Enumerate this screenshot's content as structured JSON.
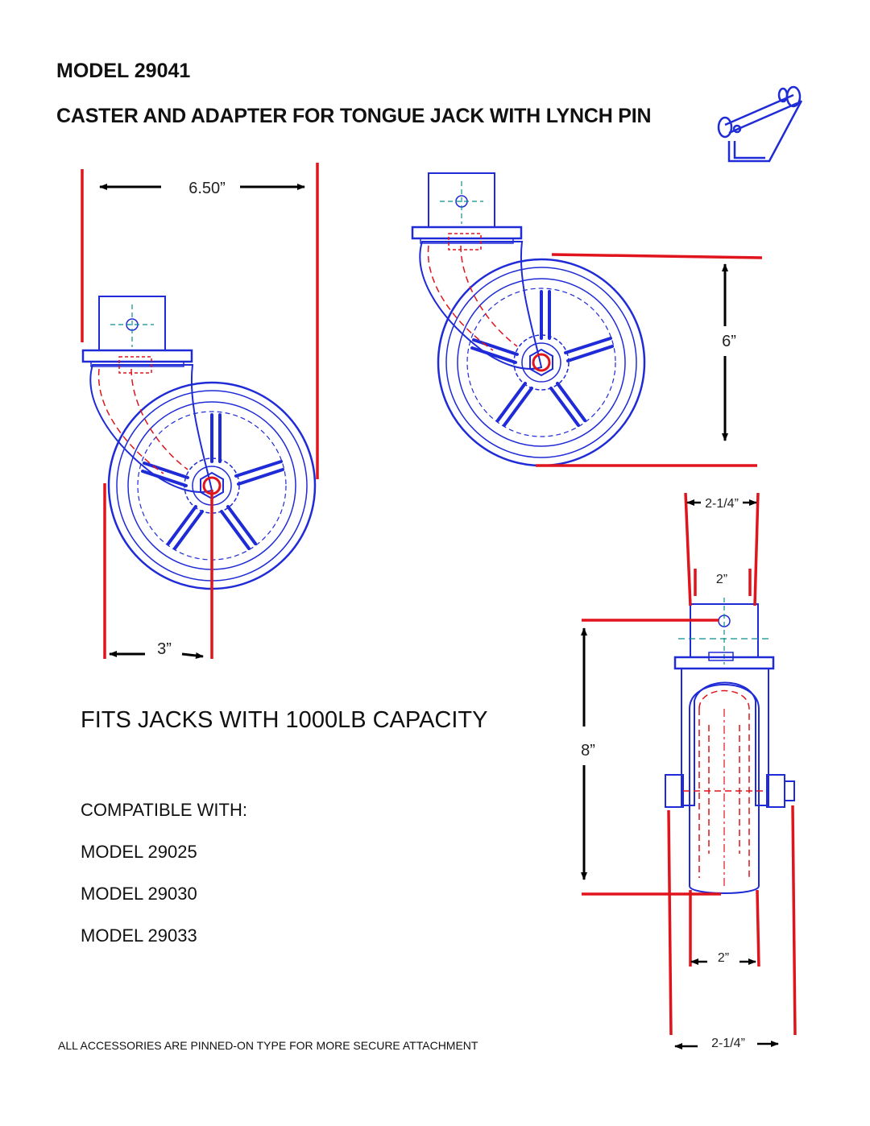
{
  "header": {
    "model": "MODEL 29041",
    "title": "CASTER AND ADAPTER FOR TONGUE JACK WITH LYNCH PIN"
  },
  "capacity_text": "FITS JACKS WITH 1000LB CAPACITY",
  "compatibility": {
    "heading": "COMPATIBLE WITH:",
    "models": [
      "MODEL 29025",
      "MODEL 29030",
      "MODEL 29033"
    ]
  },
  "footnote": "ALL ACCESSORIES ARE PINNED-ON TYPE FOR MORE SECURE ATTACHMENT",
  "dimensions": {
    "overall_width": "6.50”",
    "offset": "3”",
    "wheel_diameter": "6”",
    "top_width": "2-1/4”",
    "tube_width": "2”",
    "overall_height": "8”",
    "wheel_width": "2”",
    "bottom_width": "2-1/4”"
  },
  "colors": {
    "outline": "#1f2bd6",
    "dimension_line": "#e0141c",
    "hidden_line": "#e0141c",
    "centerline": "#0a8f8f"
  }
}
